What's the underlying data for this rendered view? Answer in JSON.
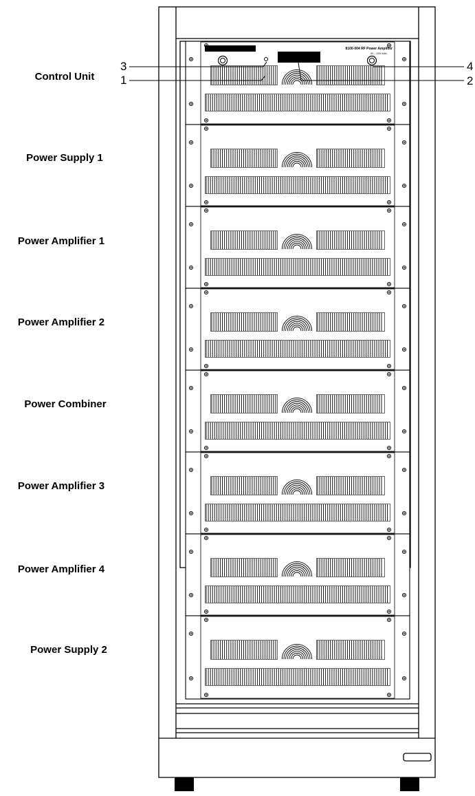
{
  "diagram": {
    "colors": {
      "line": "#000000",
      "fill": "#ffffff"
    },
    "units": [
      {
        "label": "Control Unit"
      },
      {
        "label": "Power Supply 1"
      },
      {
        "label": "Power Amplifier 1"
      },
      {
        "label": "Power Amplifier 2"
      },
      {
        "label": "Power Combiner"
      },
      {
        "label": "Power Amplifier 3"
      },
      {
        "label": "Power Amplifier 4"
      },
      {
        "label": "Power Supply 2"
      }
    ],
    "control_panel": {
      "model_text": "8100-004 RF Power Amplifier",
      "range_text": "80 – 1000 MHz"
    },
    "callouts": [
      "1",
      "2",
      "3",
      "4"
    ]
  }
}
